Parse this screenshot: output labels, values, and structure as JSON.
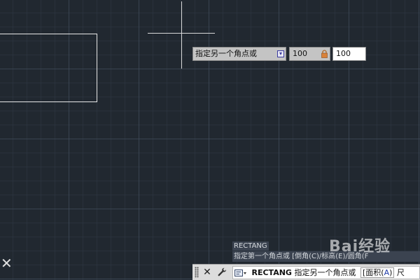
{
  "drawing": {
    "tooltip": {
      "prompt_label": "指定另一个角点或",
      "dimension_1": "100",
      "dimension_2": "100"
    }
  },
  "command_window": {
    "history": [
      "RECTANG",
      "指定第一个角点或 [倒角(C)/标高(E)/圆角(F"
    ],
    "close_label": "✕",
    "customize_icon": "wrench-icon",
    "input": {
      "command": "RECTANG",
      "prompt_text": "指定另一个角点或",
      "option_text": "[面积(",
      "option_key": "A",
      "option_close": ")",
      "trailing": "尺"
    }
  },
  "watermark": "Bai经验",
  "colors": {
    "canvas": "#212830",
    "tooltip": "#c4c4c4",
    "command_bar": "#dcdcdc"
  }
}
